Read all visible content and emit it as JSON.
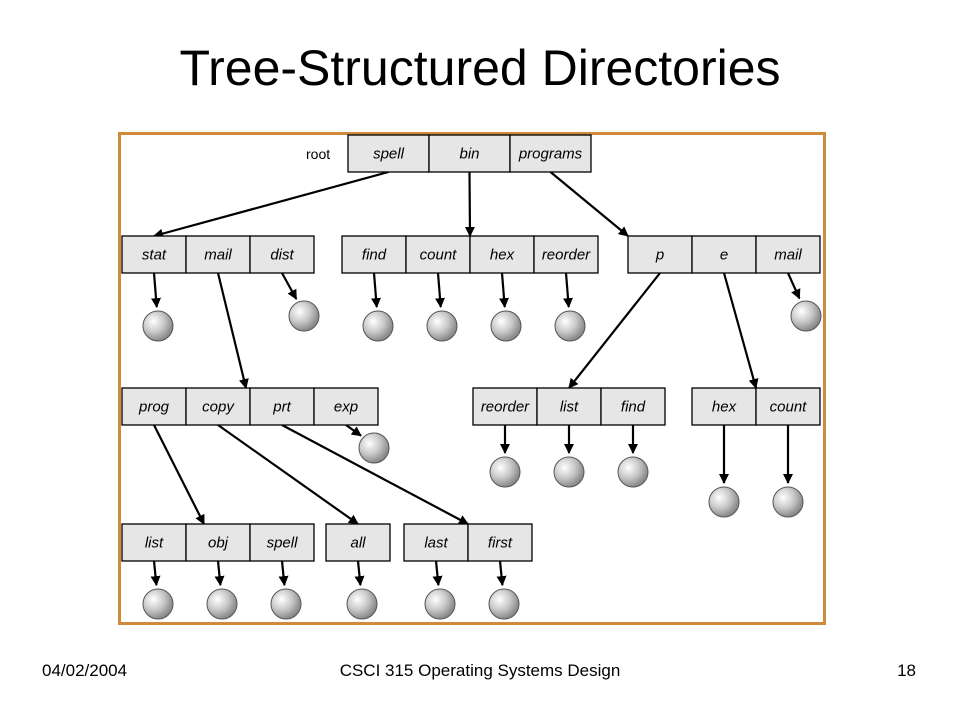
{
  "slide": {
    "title": "Tree-Structured Directories",
    "footer": {
      "date": "04/02/2004",
      "course": "CSCI 315 Operating Systems Design",
      "page": "18"
    }
  },
  "diagram": {
    "root_label": "root",
    "border_color": "#d08a3c",
    "cell_fill": "#e6e6e6",
    "directories": [
      {
        "id": "root",
        "entries": [
          "spell",
          "bin",
          "programs"
        ]
      },
      {
        "id": "spell-dir",
        "entries": [
          "stat",
          "mail",
          "dist"
        ]
      },
      {
        "id": "bin-dir",
        "entries": [
          "find",
          "count",
          "hex",
          "reorder"
        ]
      },
      {
        "id": "programs-dir",
        "entries": [
          "p",
          "e",
          "mail"
        ]
      },
      {
        "id": "mail-dir",
        "entries": [
          "prog",
          "copy",
          "prt",
          "exp"
        ]
      },
      {
        "id": "p-dir",
        "entries": [
          "reorder",
          "list",
          "find"
        ]
      },
      {
        "id": "e-dir",
        "entries": [
          "hex",
          "count"
        ]
      },
      {
        "id": "prog-dir",
        "entries": [
          "list",
          "obj",
          "spell"
        ]
      },
      {
        "id": "copy-dir",
        "entries": [
          "all"
        ]
      },
      {
        "id": "prt-dir",
        "entries": [
          "last",
          "first"
        ]
      }
    ]
  }
}
